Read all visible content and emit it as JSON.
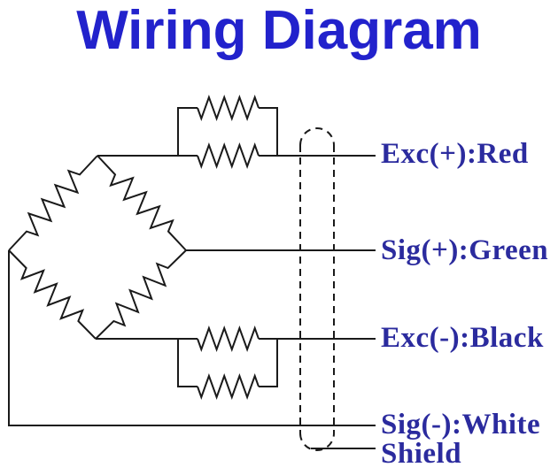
{
  "title": "Wiring Diagram",
  "colors": {
    "title_text": "#2222cc",
    "label_text": "#2b2b9e",
    "line": "#1a1a1a",
    "background": "#ffffff"
  },
  "wire_labels": [
    {
      "id": "exc-pos",
      "text": "Exc(+):Red"
    },
    {
      "id": "sig-pos",
      "text": "Sig(+):Green"
    },
    {
      "id": "exc-neg",
      "text": "Exc(-):Black"
    },
    {
      "id": "sig-neg",
      "text": "Sig(-):White"
    },
    {
      "id": "shield",
      "text": "Shield"
    }
  ]
}
